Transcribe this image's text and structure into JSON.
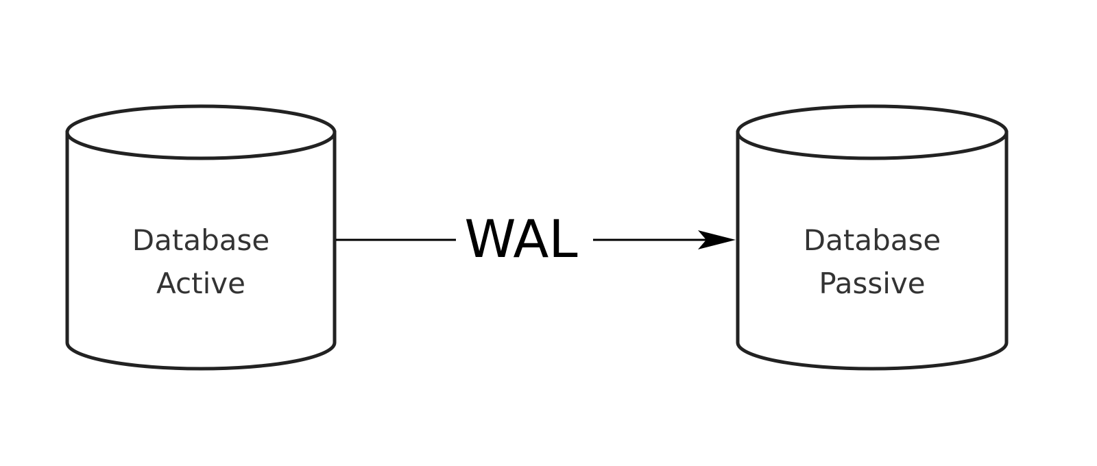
{
  "nodes": [
    {
      "id": "db-active",
      "line1": "Database",
      "line2": "Active"
    },
    {
      "id": "db-passive",
      "line1": "Database",
      "line2": "Passive"
    }
  ],
  "edge": {
    "from": "db-active",
    "to": "db-passive",
    "label": "WAL"
  }
}
